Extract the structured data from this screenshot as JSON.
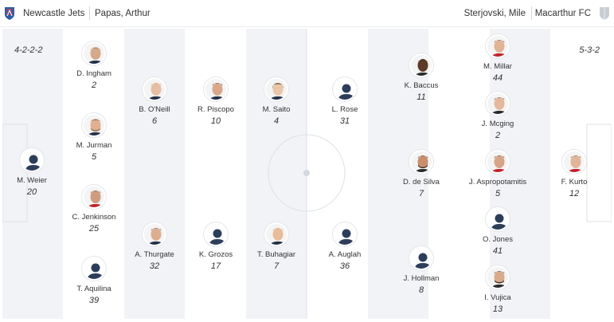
{
  "header": {
    "home_team": "Newcastle Jets",
    "home_coach": "Papas, Arthur",
    "away_coach": "Sterjovski, Mile",
    "away_team": "Macarthur FC"
  },
  "home": {
    "formation": "4-2-2-2",
    "players": [
      {
        "name": "M. Weier",
        "number": "20"
      },
      {
        "name": "D. Ingham",
        "number": "2"
      },
      {
        "name": "M. Jurman",
        "number": "5"
      },
      {
        "name": "C. Jenkinson",
        "number": "25"
      },
      {
        "name": "T. Aquilina",
        "number": "39"
      },
      {
        "name": "B. O'Neill",
        "number": "6"
      },
      {
        "name": "A. Thurgate",
        "number": "32"
      },
      {
        "name": "R. Piscopo",
        "number": "10"
      },
      {
        "name": "K. Grozos",
        "number": "17"
      },
      {
        "name": "M. Saito",
        "number": "4"
      },
      {
        "name": "T. Buhagiar",
        "number": "7"
      }
    ]
  },
  "away": {
    "formation": "5-3-2",
    "players": [
      {
        "name": "L. Rose",
        "number": "31"
      },
      {
        "name": "A. Auglah",
        "number": "36"
      },
      {
        "name": "K. Baccus",
        "number": "11"
      },
      {
        "name": "D. de Silva",
        "number": "7"
      },
      {
        "name": "J. Hollman",
        "number": "8"
      },
      {
        "name": "M. Millar",
        "number": "44"
      },
      {
        "name": "J. Mcging",
        "number": "2"
      },
      {
        "name": "J. Aspropotamitis",
        "number": "5"
      },
      {
        "name": "O. Jones",
        "number": "41"
      },
      {
        "name": "I. Vujica",
        "number": "13"
      },
      {
        "name": "F. Kurto",
        "number": "12"
      }
    ]
  },
  "colors": {
    "home_logo": "#2a5caa",
    "away_logo": "#b8bec6",
    "pitch_stripe_dark": "#f1f3f6",
    "pitch_stripe_light": "#ffffff",
    "pitch_line": "#d9dde3",
    "text": "#333333"
  },
  "icons": {
    "home_logo": "newcastle-jets-logo",
    "away_logo": "macarthur-fc-logo",
    "player_placeholder": "silhouette-avatar"
  }
}
